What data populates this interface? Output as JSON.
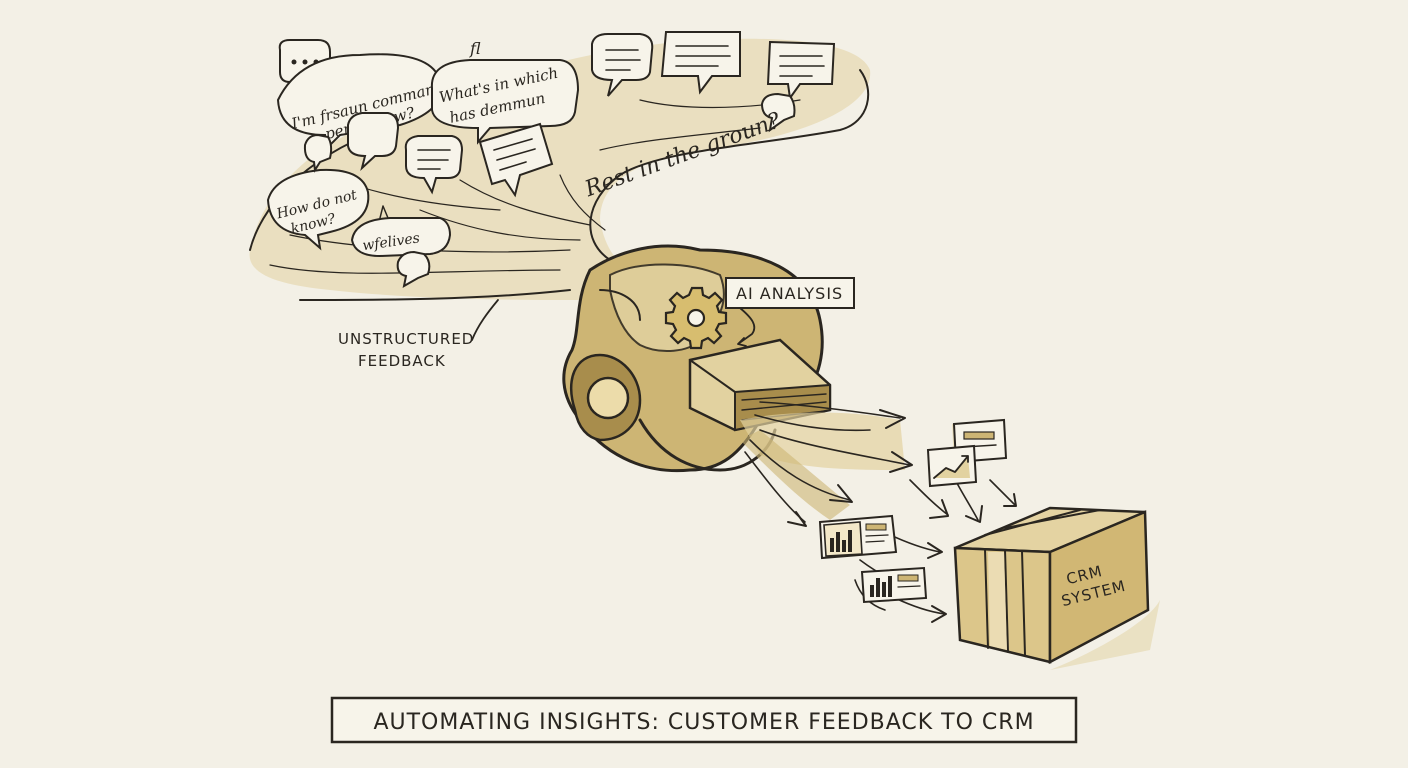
{
  "diagram": {
    "title": "AUTOMATING INSIGHTS: CUSTOMER FEEDBACK TO CRM",
    "labels": {
      "unstructured": [
        "UNSTRUCTURED",
        "FEEDBACK"
      ],
      "ai": "AI ANALYSIS",
      "crm": [
        "CRM",
        "SYSTEM"
      ]
    },
    "bubbles": {
      "b1": [
        "I'm frsaun command",
        "perfer now?"
      ],
      "b2": [
        "What's in which",
        "has demmun"
      ],
      "b3": [
        "How do not",
        "know?"
      ],
      "b4": "wfelives",
      "b5": "Rest in the groun?",
      "b6": "fl"
    },
    "icons": [
      "speech-bubble-icon",
      "gear-icon",
      "bar-chart-icon",
      "line-chart-icon",
      "document-icon",
      "arrow-icon"
    ],
    "colors": {
      "ink": "#2a2620",
      "wash": "#cdb574",
      "paper": "#f3f0e6"
    }
  }
}
